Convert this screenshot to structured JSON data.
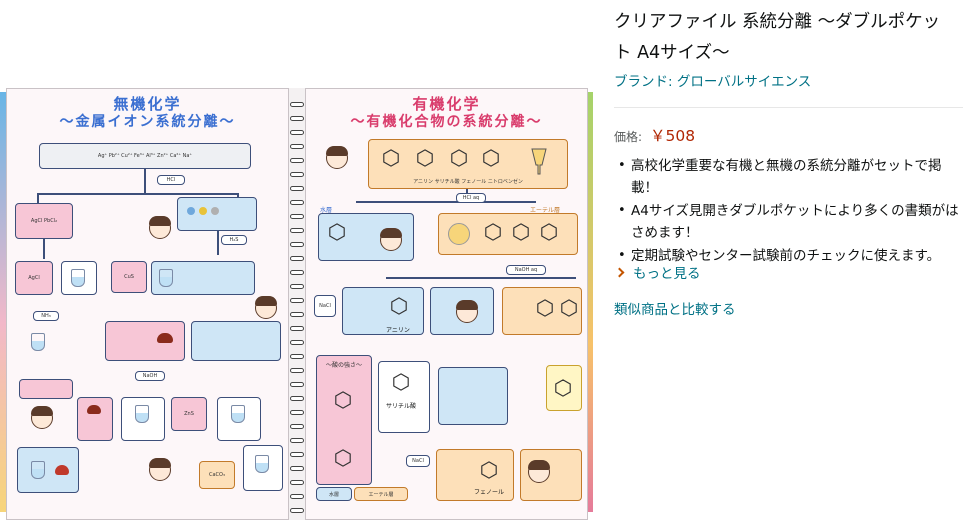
{
  "product": {
    "title": "クリアファイル 系統分離 〜ダブルポケット A4サイズ〜",
    "brand": "ブランド: グローバルサイエンス",
    "price_label": "価格:",
    "price": "￥508",
    "bullets": [
      "高校化学重要な有機と無機の系統分離がセットで掲載！",
      "A4サイズ見開きダブルポケットにより多くの書類がはさめます！",
      "定期試験やセンター試験前のチェックに使えます。"
    ],
    "see_more": "もっと見る",
    "compare": "類似商品と比較する"
  },
  "image": {
    "left_title_1": "無機化学",
    "left_title_2": "〜金属イオン系統分離〜",
    "right_title_1": "有機化学",
    "right_title_2": "〜有機化合物の系統分離〜",
    "ions_top": "Ag⁺ Pb²⁺ Cu²⁺ Fe³⁺ Al³⁺ Zn²⁺ Ca²⁺ Na⁺",
    "hcl": "HCl",
    "agcl": "AgCl",
    "pbcl2": "PbCl₂",
    "cus": "CuS",
    "h2s": "H₂S",
    "nh3": "NH₃",
    "naoh": "NaOH",
    "zns": "ZnS",
    "caco3": "CaCO₃",
    "organic_top": "アニリン サリチル酸 フェノール ニトロベンゼン",
    "water_layer": "水層",
    "ether_layer": "エーテル層",
    "aniline": "アニリン",
    "phenol": "フェノール",
    "salicylic": "サリチル酸",
    "nacl": "NaCl",
    "strength": "〜酸の強さ〜",
    "hcl_aq": "HCl aq",
    "naoh_aq": "NaOH aq"
  },
  "colors": {
    "link": "#007185",
    "price": "#b12704",
    "accent_blue": "#3b6fd1",
    "accent_pink": "#d93c6c"
  }
}
